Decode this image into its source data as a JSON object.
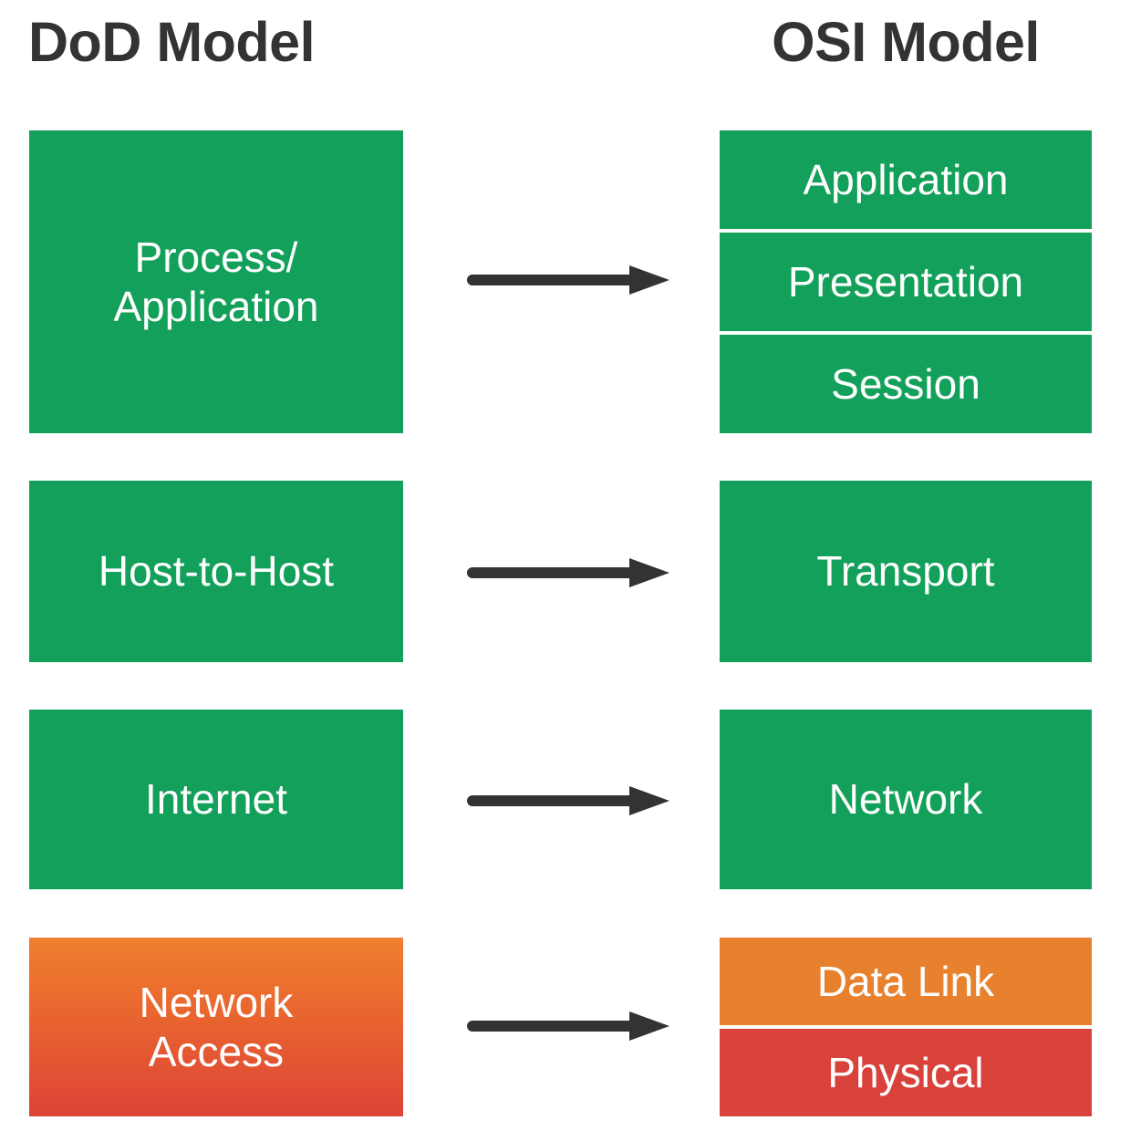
{
  "diagram": {
    "columns": {
      "left": {
        "title": "DoD Model"
      },
      "right": {
        "title": "OSI Model"
      }
    },
    "colors": {
      "green": "#13a05a",
      "orange": "#e8812e",
      "red": "#d8423a",
      "gradient_top": "#ef7f2e",
      "gradient_bottom": "#dc4337",
      "title_text": "#333333",
      "arrow": "#333333",
      "label_text": "#ffffff",
      "background": "#ffffff"
    },
    "rows": [
      {
        "dod_label": "Process/\nApplication",
        "dod_fill": "green",
        "osi_layers": [
          {
            "label": "Application",
            "fill": "green"
          },
          {
            "label": "Presentation",
            "fill": "green"
          },
          {
            "label": "Session",
            "fill": "green"
          }
        ],
        "arrow": {
          "name": "mapping-arrow-1",
          "direction": "right"
        }
      },
      {
        "dod_label": "Host-to-Host",
        "dod_fill": "green",
        "osi_layers": [
          {
            "label": "Transport",
            "fill": "green"
          }
        ],
        "arrow": {
          "name": "mapping-arrow-2",
          "direction": "right"
        }
      },
      {
        "dod_label": "Internet",
        "dod_fill": "green",
        "osi_layers": [
          {
            "label": "Network",
            "fill": "green"
          }
        ],
        "arrow": {
          "name": "mapping-arrow-3",
          "direction": "right"
        }
      },
      {
        "dod_label": "Network\nAccess",
        "dod_fill": "gradient",
        "osi_layers": [
          {
            "label": "Data Link",
            "fill": "orange"
          },
          {
            "label": "Physical",
            "fill": "red"
          }
        ],
        "arrow": {
          "name": "mapping-arrow-4",
          "direction": "right"
        }
      }
    ]
  }
}
